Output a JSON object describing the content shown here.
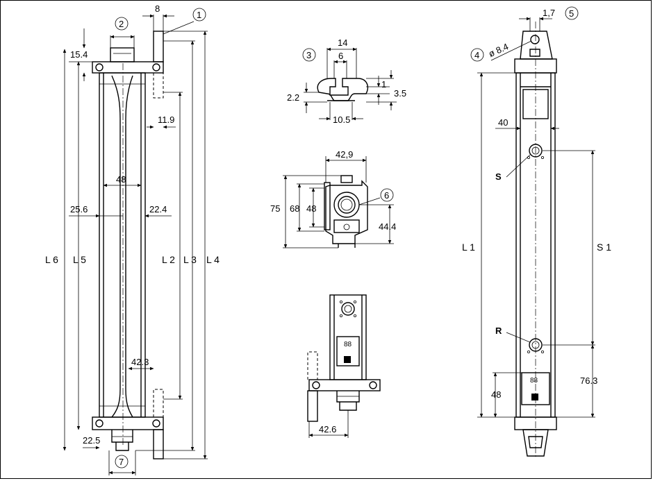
{
  "drawing": {
    "callouts": [
      "1",
      "2",
      "3",
      "4",
      "5",
      "6",
      "7"
    ],
    "labels": {
      "L1": "L 1",
      "L2": "L 2",
      "L3": "L 3",
      "L4": "L 4",
      "L5": "L 5",
      "L6": "L 6",
      "S1": "S 1",
      "S": "S",
      "R": "R"
    },
    "dims": {
      "d8": "8",
      "d15_4": "15.4",
      "d11_9": "11.9",
      "d48": "48",
      "d25_6": "25.6",
      "d22_4": "22.4",
      "d42_3": "42.3",
      "d22_5": "22.5",
      "d14": "14",
      "d6": "6",
      "d1": "1",
      "d3_5": "3.5",
      "d2_2": "2.2",
      "d10_5": "10.5",
      "d42_9": "42,9",
      "d75": "75",
      "d68": "68",
      "d48b": "48",
      "d44_4": "44.4",
      "d42_6": "42.6",
      "d1_7": "1,7",
      "d8_4": "ø 8.4",
      "d40": "40",
      "d76_3": "76.3",
      "d48c": "48"
    }
  }
}
